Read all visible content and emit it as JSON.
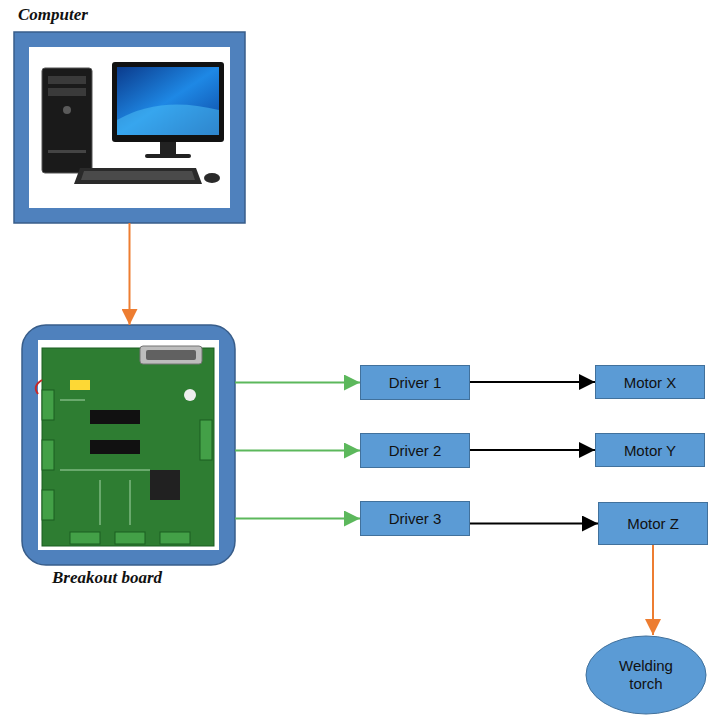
{
  "diagram": {
    "nodes": [
      {
        "text": [
          "Computer"
        ]
      },
      {
        "text": [
          "Breakout board"
        ]
      },
      {
        "text": [
          "Driver 1"
        ]
      },
      {
        "text": [
          "Driver 2"
        ]
      },
      {
        "text": [
          "Driver 3"
        ]
      },
      {
        "text": [
          "Motor X"
        ]
      },
      {
        "text": [
          "Motor Y"
        ]
      },
      {
        "text": [
          "Motor Z"
        ]
      },
      {
        "text": [
          "Welding torch"
        ]
      }
    ],
    "edges": [
      {
        "from": 0,
        "to": 1,
        "arrow": "to"
      },
      {
        "from": 1,
        "to": 2,
        "arrow": "to"
      },
      {
        "from": 1,
        "to": 3,
        "arrow": "to"
      },
      {
        "from": 1,
        "to": 4,
        "arrow": "to"
      },
      {
        "from": 2,
        "to": 5,
        "arrow": "to"
      },
      {
        "from": 3,
        "to": 6,
        "arrow": "to"
      },
      {
        "from": 4,
        "to": 7,
        "arrow": "to"
      },
      {
        "from": 7,
        "to": 8,
        "arrow": "to"
      }
    ]
  }
}
